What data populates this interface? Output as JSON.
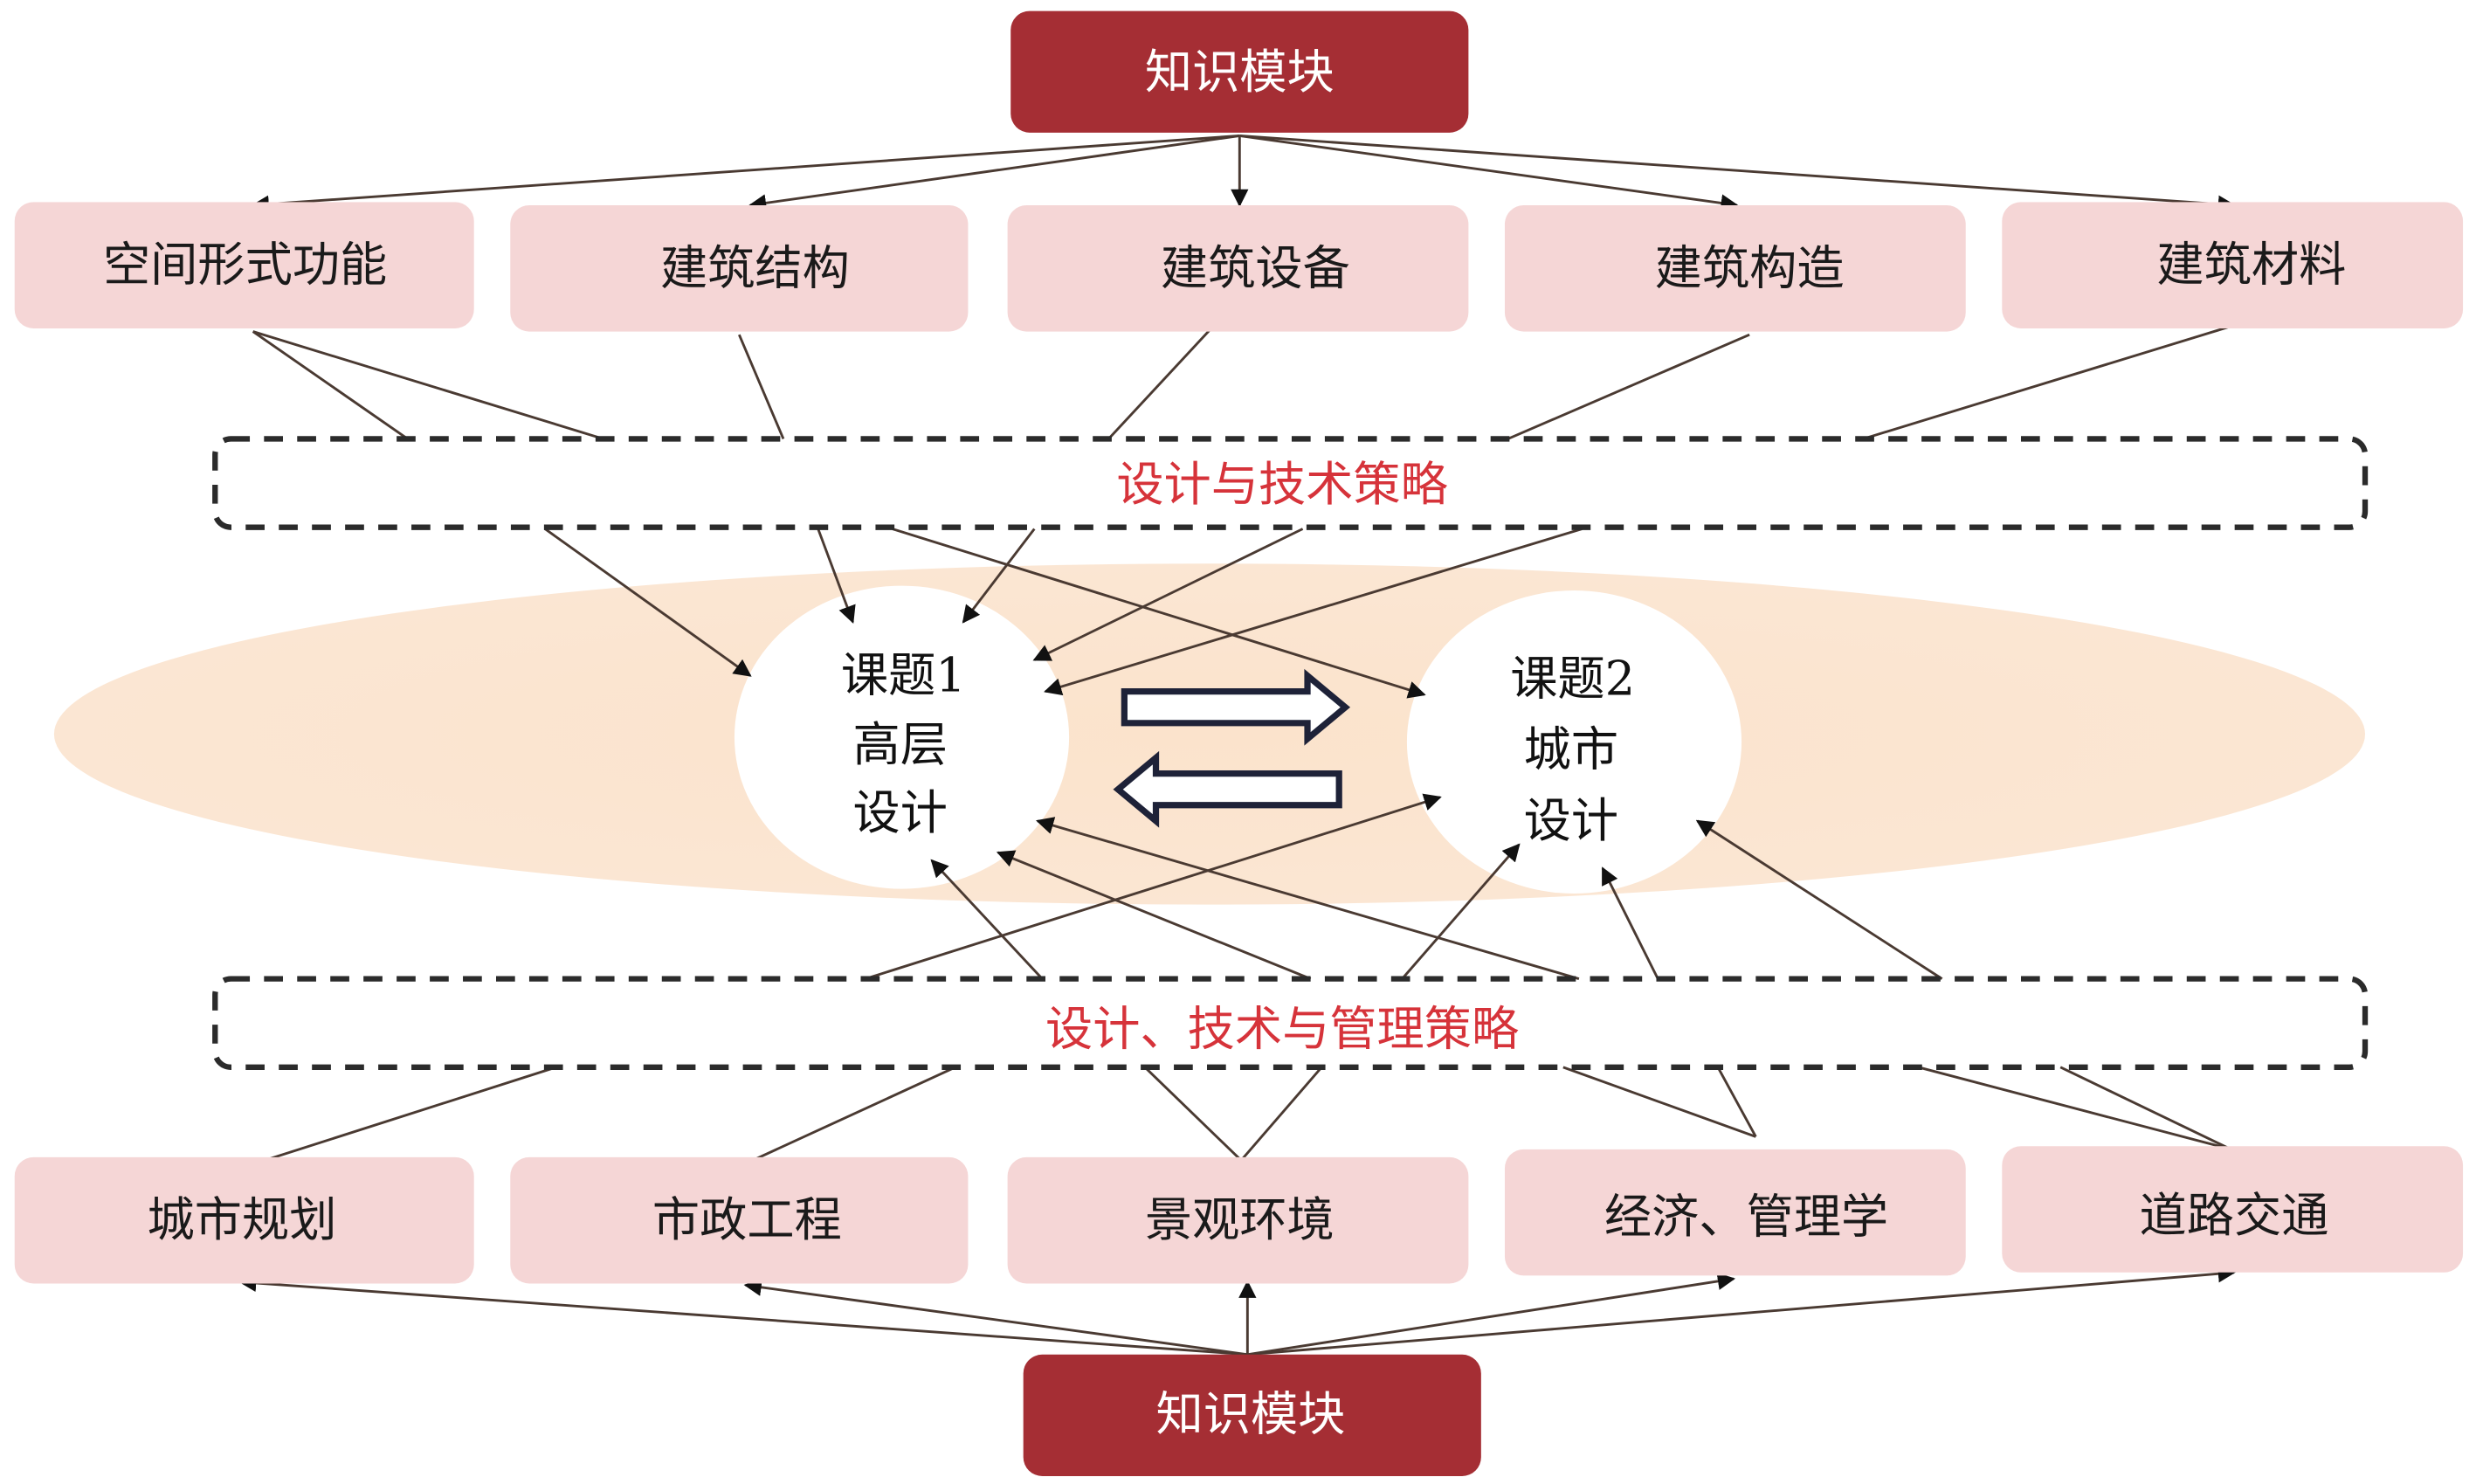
{
  "top_module": {
    "label": "知识模块"
  },
  "bottom_module": {
    "label": "知识模块"
  },
  "top_items": [
    {
      "label": "空间形式功能"
    },
    {
      "label": "建筑结构"
    },
    {
      "label": "建筑设备"
    },
    {
      "label": "建筑构造"
    },
    {
      "label": "建筑材料"
    }
  ],
  "bottom_items": [
    {
      "label": "城市规划"
    },
    {
      "label": "市政工程"
    },
    {
      "label": "景观环境"
    },
    {
      "label": "经济、管理学"
    },
    {
      "label": "道路交通"
    }
  ],
  "strategy_top": {
    "label": "设计与技术策略"
  },
  "strategy_bottom": {
    "label": "设计、技术与管理策略"
  },
  "topic1": {
    "line1": "课题1",
    "line2": "高层",
    "line3": "设计"
  },
  "topic2": {
    "line1": "课题2",
    "line2": "城市",
    "line3": "设计"
  },
  "colors": {
    "module": "#a52e34",
    "item": "#f5d6d6",
    "strategy_text": "#d6333a",
    "ellipse": "#fbe3cc"
  }
}
